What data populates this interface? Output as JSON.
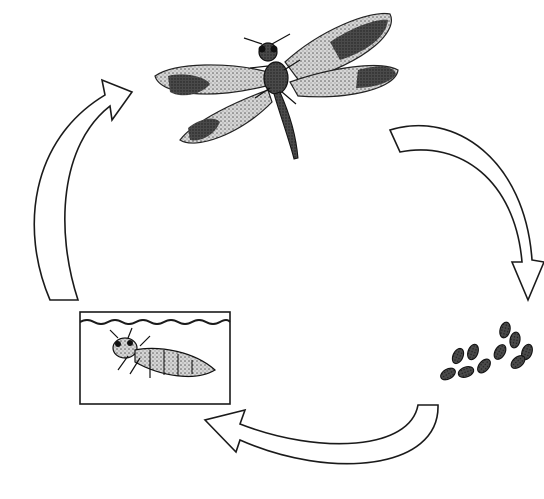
{
  "diagram": {
    "stages": [
      {
        "id": "adult",
        "icon": "dragonfly-icon"
      },
      {
        "id": "eggs",
        "icon": "eggs-icon"
      },
      {
        "id": "nymph",
        "icon": "nymph-icon"
      }
    ],
    "arrows": [
      {
        "from": "adult",
        "to": "eggs"
      },
      {
        "from": "eggs",
        "to": "nymph"
      },
      {
        "from": "nymph",
        "to": "adult"
      }
    ],
    "colors": {
      "ink": "#1a1a1a",
      "wing_patch": "#3c3c3c",
      "wing_fill": "#d8d8d8",
      "water": "#ffffff"
    }
  }
}
